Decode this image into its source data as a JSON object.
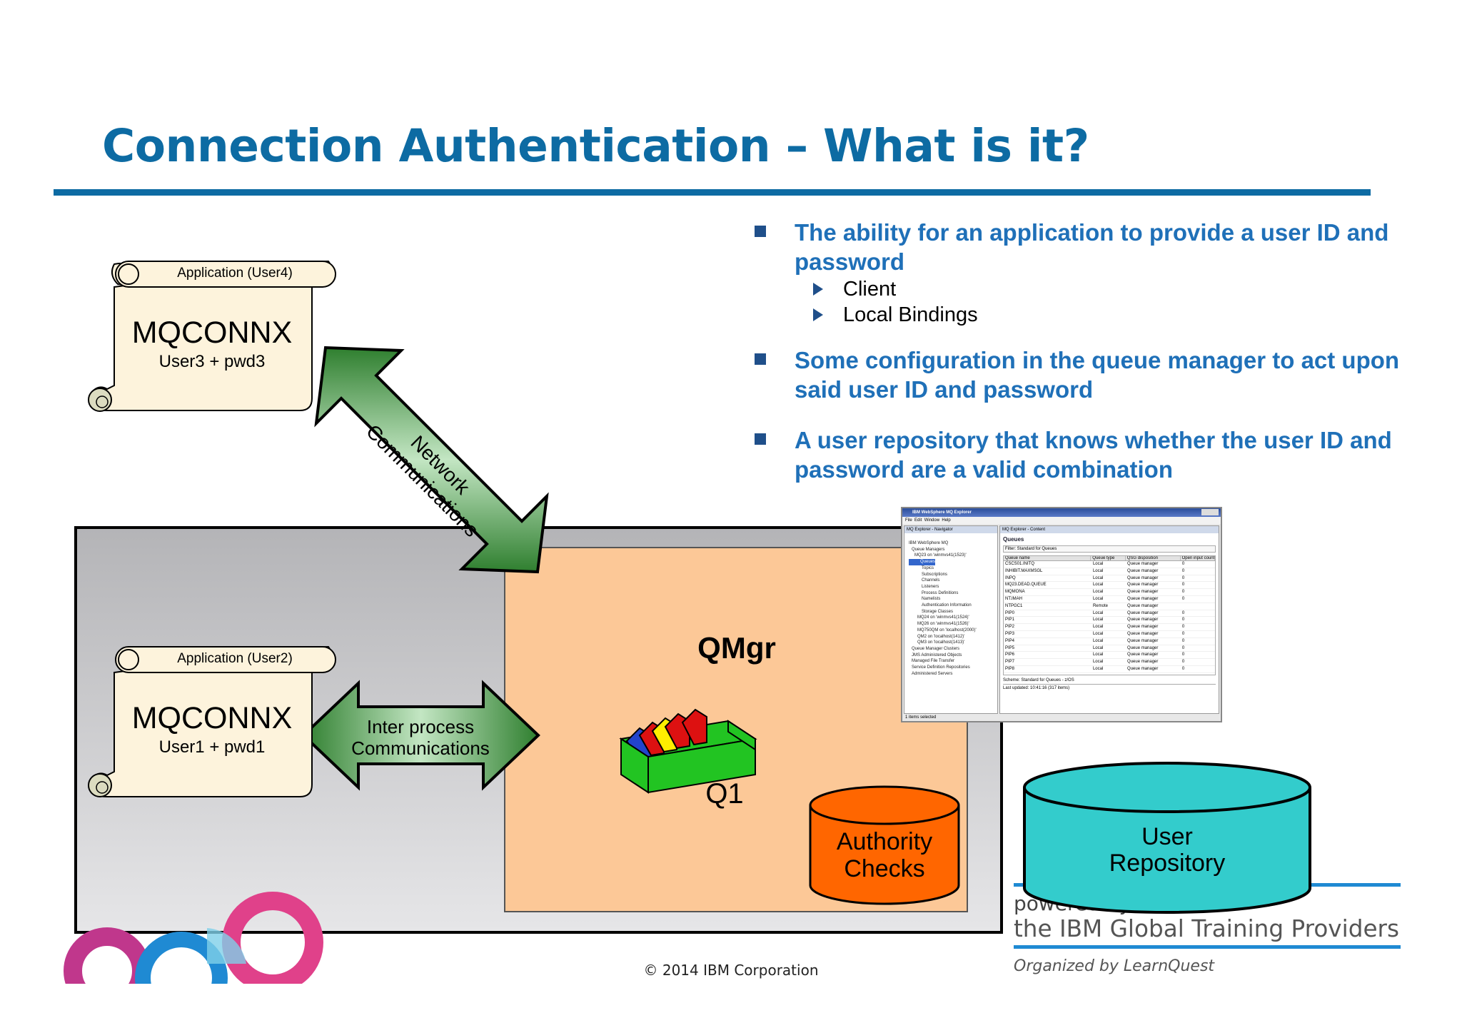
{
  "slide": {
    "title": "Connection Authentication – What is it?",
    "copyright": "© 2014 IBM Corporation"
  },
  "bullets": [
    {
      "text": "The ability for an application to provide a user ID and password",
      "sub": [
        "Client",
        "Local Bindings"
      ]
    },
    {
      "text": "Some configuration in the queue manager to act upon said user ID and password",
      "sub": []
    },
    {
      "text": "A user repository that knows whether the user ID and password are a valid combination",
      "sub": []
    }
  ],
  "diagram": {
    "app_top": {
      "header": "Application (User4)",
      "title": "MQCONNX",
      "creds": "User3 + pwd3"
    },
    "app_bottom": {
      "header": "Application (User2)",
      "title": "MQCONNX",
      "creds": "User1 + pwd1"
    },
    "network_arrow": {
      "line1": "Network",
      "line2": "Communications"
    },
    "ipc_arrow": {
      "line1": "Inter process",
      "line2": "Communications"
    },
    "qmgr_label": "QMgr",
    "queue_label": "Q1",
    "authority_checks": {
      "line1": "Authority",
      "line2": "Checks"
    },
    "user_repository": {
      "line1": "User",
      "line2": "Repository"
    }
  },
  "explorer_thumbnail": {
    "window_title": "IBM WebSphere MQ Explorer",
    "menu": [
      "File",
      "Edit",
      "Window",
      "Help"
    ],
    "navigator_tab": "MQ Explorer - Navigator",
    "content_tab": "MQ Explorer - Content",
    "tree": [
      "IBM WebSphere MQ",
      "Queue Managers",
      "MQ23 on 'winmvs41(1523)'",
      "Queues",
      "Topics",
      "Subscriptions",
      "Channels",
      "Listeners",
      "Process Definitions",
      "Namelists",
      "Authentication Information",
      "Storage Classes",
      "MQ24 on 'winmvs41(1524)'",
      "MQ26 on 'winmvs41(1526)'",
      "MQ750QM on 'localhost(2000)'",
      "QM2 on 'localhost(1412)'",
      "QM3 on 'localhost(1413)'",
      "Queue Manager Clusters",
      "JMS Administered Objects",
      "Managed File Transfer",
      "Service Definition Repositories",
      "Administered Servers"
    ],
    "content_heading": "Queues",
    "filter": "Filter: Standard for Queues",
    "columns": [
      "Queue name",
      "Queue type",
      "QSG disposition",
      "Open input count"
    ],
    "rows": [
      [
        "CSCS01.INITQ",
        "Local",
        "Queue manager",
        "0"
      ],
      [
        "INHIBIT.MAXMSGL",
        "Local",
        "Queue manager",
        "0"
      ],
      [
        "INPQ",
        "Local",
        "Queue manager",
        "0"
      ],
      [
        "MQ23.DEAD.QUEUE",
        "Local",
        "Queue manager",
        "0"
      ],
      [
        "MQMONA",
        "Local",
        "Queue manager",
        "0"
      ],
      [
        "NT.IMAH",
        "Local",
        "Queue manager",
        "0"
      ],
      [
        "NTPGC1",
        "Remote",
        "Queue manager",
        ""
      ],
      [
        "PIP0",
        "Local",
        "Queue manager",
        "0"
      ],
      [
        "PIP1",
        "Local",
        "Queue manager",
        "0"
      ],
      [
        "PIP2",
        "Local",
        "Queue manager",
        "0"
      ],
      [
        "PIP3",
        "Local",
        "Queue manager",
        "0"
      ],
      [
        "PIP4",
        "Local",
        "Queue manager",
        "0"
      ],
      [
        "PIP5",
        "Local",
        "Queue manager",
        "0"
      ],
      [
        "PIP6",
        "Local",
        "Queue manager",
        "0"
      ],
      [
        "PIP7",
        "Local",
        "Queue manager",
        "0"
      ],
      [
        "PIP8",
        "Local",
        "Queue manager",
        "0"
      ]
    ],
    "scheme": "Scheme: Standard for Queues - z/OS",
    "last_updated": "Last updated: 10:41:16 (317 items)",
    "status": "1 items selected"
  },
  "branding": {
    "line1": "powered by",
    "line2": "the IBM Global Training Providers",
    "line3": "Organized by LearnQuest"
  },
  "colors": {
    "title_blue": "#0d6ba3",
    "bullet_blue": "#1f70b8",
    "qmgr_fill": "#fcc897",
    "server_fill": "#c8c8ca",
    "authority_fill": "#ff6600",
    "repository_fill": "#33cccc",
    "arrow_green": "#3c8a3c",
    "scroll_fill": "#fdf3dc"
  }
}
